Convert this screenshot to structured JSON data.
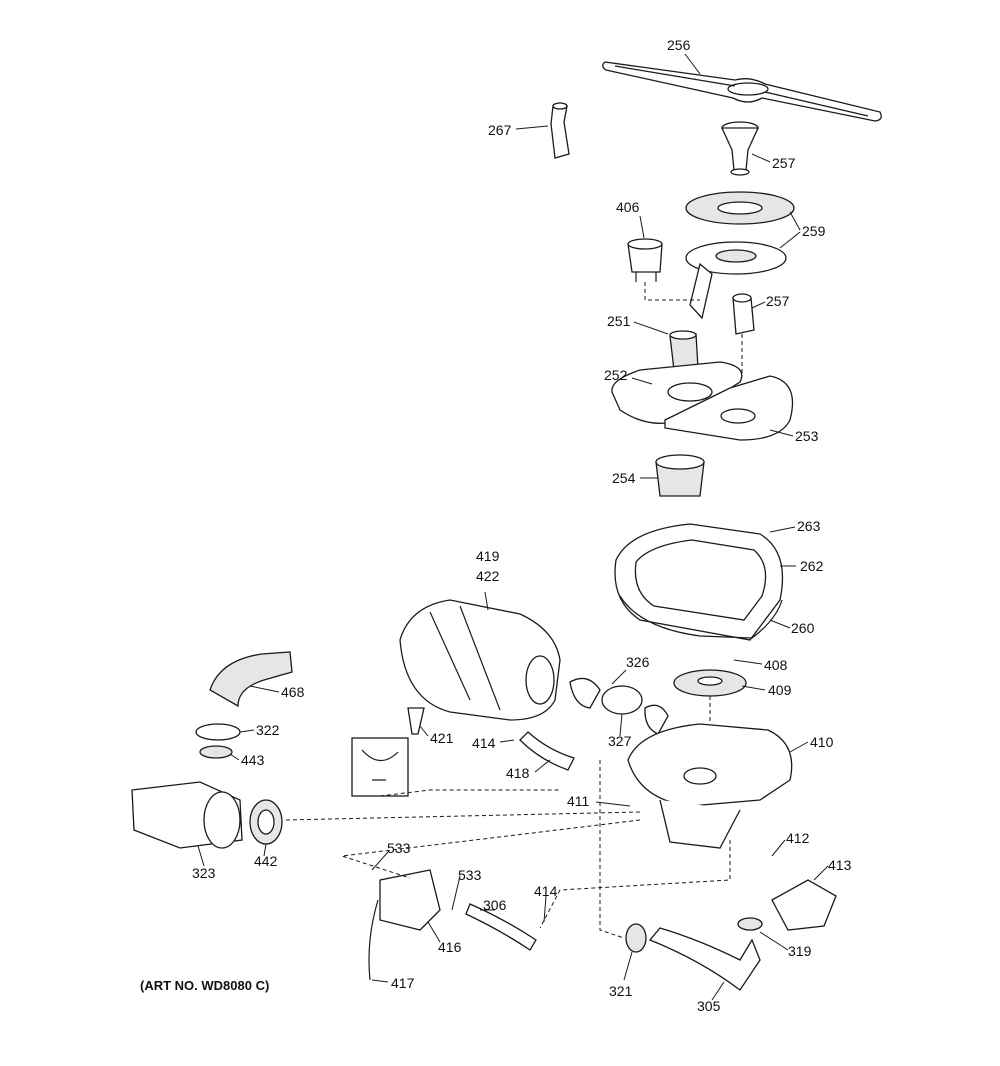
{
  "art_number": "(ART NO. WD8080 C)",
  "colors": {
    "line": "#1a1a1a",
    "background": "#ffffff",
    "shade": "#e6e6e6"
  },
  "callouts": {
    "c256": "256",
    "c267": "267",
    "c257a": "257",
    "c406": "406",
    "c259": "259",
    "c257b": "257",
    "c251": "251",
    "c252": "252",
    "c253": "253",
    "c254": "254",
    "c263": "263",
    "c262": "262",
    "c260": "260",
    "c419": "419",
    "c422": "422",
    "c326": "326",
    "c408": "408",
    "c409": "409",
    "c468": "468",
    "c322": "322",
    "c443": "443",
    "c421": "421",
    "c327": "327",
    "c414a": "414",
    "c418": "418",
    "c410": "410",
    "c411": "411",
    "c323": "323",
    "c442": "442",
    "c533a": "533",
    "c533b": "533",
    "c412": "412",
    "c413": "413",
    "c306": "306",
    "c414b": "414",
    "c416": "416",
    "c319": "319",
    "c321": "321",
    "c305": "305",
    "c417": "417"
  }
}
